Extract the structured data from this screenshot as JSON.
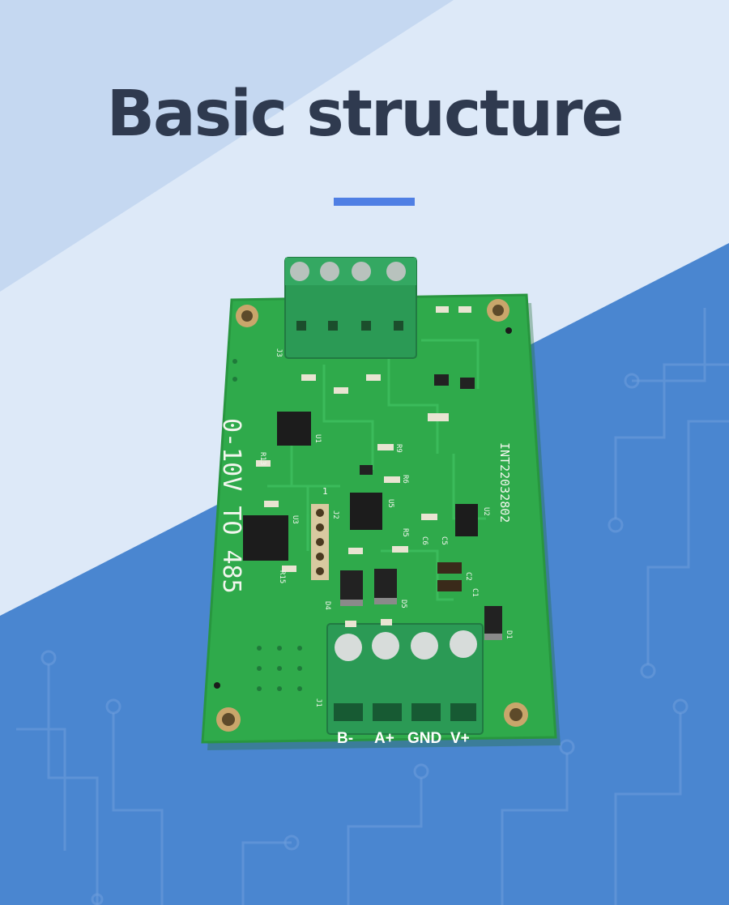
{
  "header": {
    "title": "Basic structure"
  },
  "board": {
    "vertical_silk": "0-10V TO 485",
    "model_code": "INT22032802",
    "terminal_labels": [
      "B-",
      "A+",
      "GND",
      "V+"
    ],
    "component_refs": {
      "j1": "J1",
      "j2": "J2",
      "j3": "J3",
      "u1": "U1",
      "u2": "U2",
      "u3": "U3",
      "u5": "U5",
      "d4": "D4",
      "d5": "D5",
      "d1": "D1",
      "c1": "C1",
      "c2": "C2",
      "c5": "C5",
      "c6": "C6",
      "r5": "R5",
      "r6": "R6",
      "r9": "R9",
      "r15": "R15",
      "r13": "R13",
      "pin1": "1"
    }
  },
  "colors": {
    "background_light": "#dde9f8",
    "background_blue": "#4a86d0",
    "title": "#2f3a4f",
    "accent": "#4f7fe4",
    "pcb": "#2faa4b",
    "terminal": "#2b9a55"
  }
}
